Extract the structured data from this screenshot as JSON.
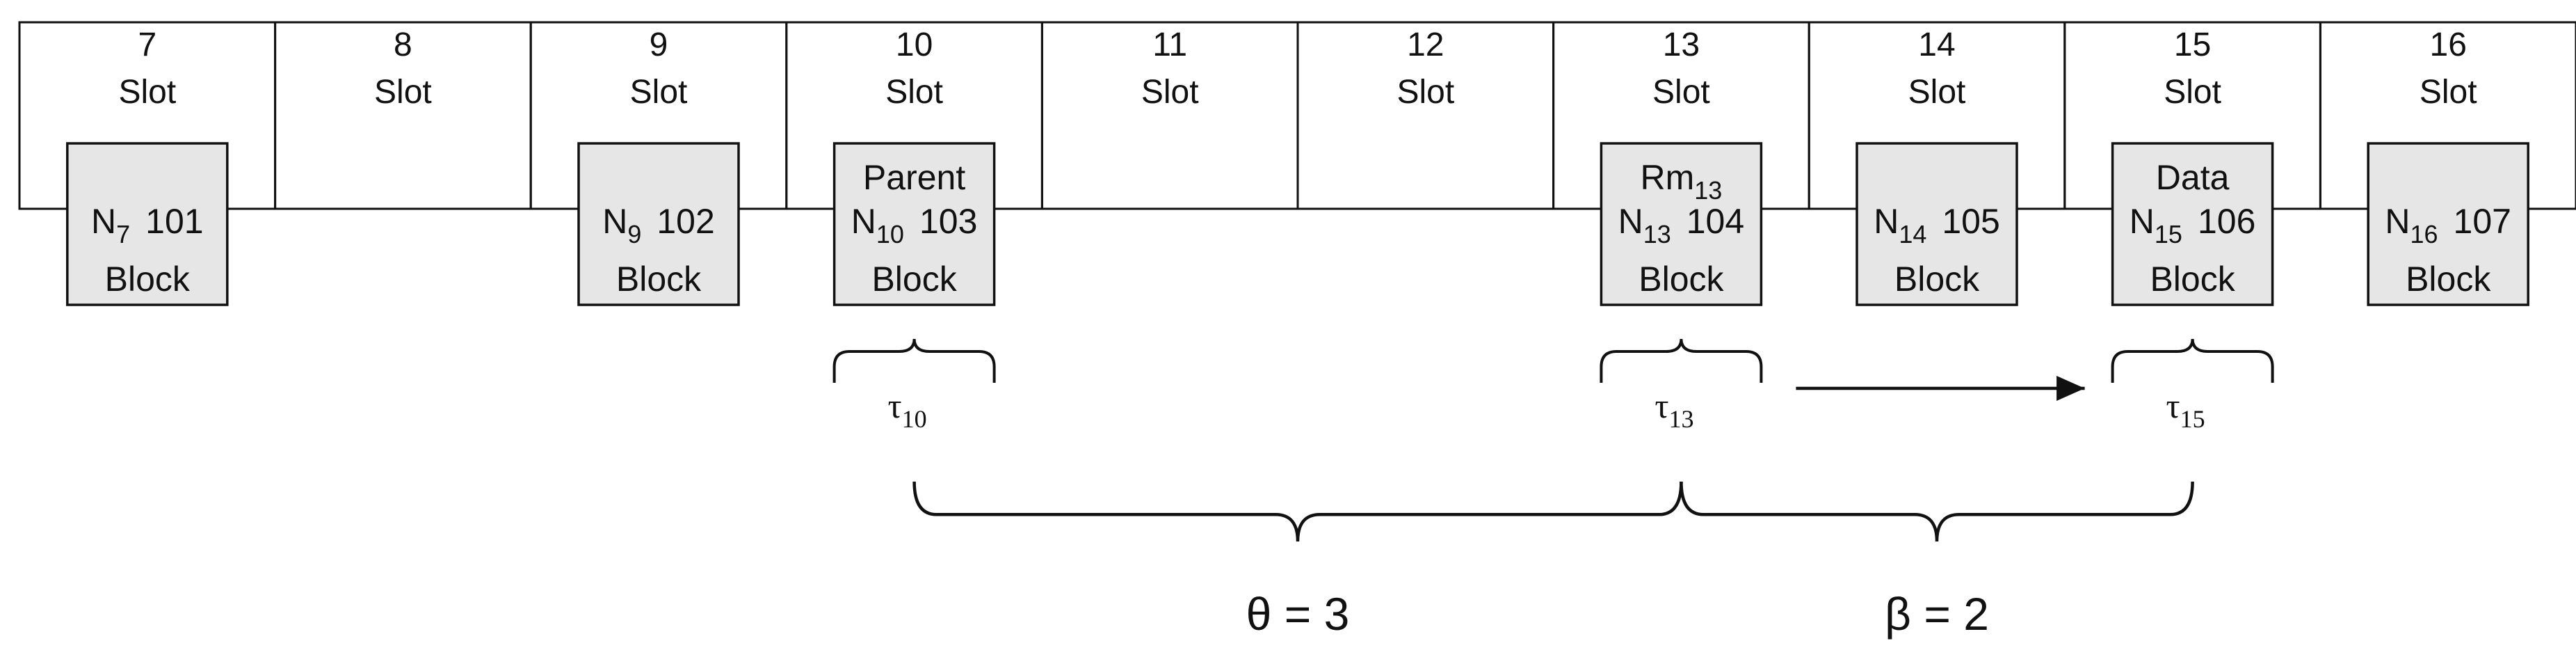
{
  "slots": [
    {
      "number": "7",
      "label": "Slot"
    },
    {
      "number": "8",
      "label": "Slot"
    },
    {
      "number": "9",
      "label": "Slot"
    },
    {
      "number": "10",
      "label": "Slot"
    },
    {
      "number": "11",
      "label": "Slot"
    },
    {
      "number": "12",
      "label": "Slot"
    },
    {
      "number": "13",
      "label": "Slot"
    },
    {
      "number": "14",
      "label": "Slot"
    },
    {
      "number": "15",
      "label": "Slot"
    },
    {
      "number": "16",
      "label": "Slot"
    }
  ],
  "blocks": [
    {
      "slot": "7",
      "top": "",
      "top_sub": "",
      "node": "N",
      "node_sub": "7",
      "height": "101",
      "bottom": "Block"
    },
    {
      "slot": "9",
      "top": "",
      "top_sub": "",
      "node": "N",
      "node_sub": "9",
      "height": "102",
      "bottom": "Block"
    },
    {
      "slot": "10",
      "top": "Parent",
      "top_sub": "",
      "node": "N",
      "node_sub": "10",
      "height": "103",
      "bottom": "Block"
    },
    {
      "slot": "13",
      "top": "Rm",
      "top_sub": "13",
      "node": "N",
      "node_sub": "13",
      "height": "104",
      "bottom": "Block"
    },
    {
      "slot": "14",
      "top": "",
      "top_sub": "",
      "node": "N",
      "node_sub": "14",
      "height": "105",
      "bottom": "Block"
    },
    {
      "slot": "15",
      "top": "Data",
      "top_sub": "",
      "node": "N",
      "node_sub": "15",
      "height": "106",
      "bottom": "Block"
    },
    {
      "slot": "16",
      "top": "",
      "top_sub": "",
      "node": "N",
      "node_sub": "16",
      "height": "107",
      "bottom": "Block"
    }
  ],
  "taus": [
    {
      "slot": "10",
      "symbol": "τ",
      "sub": "10"
    },
    {
      "slot": "13",
      "symbol": "τ",
      "sub": "13"
    },
    {
      "slot": "15",
      "symbol": "τ",
      "sub": "15"
    }
  ],
  "arrow": {
    "from": "13",
    "to": "15"
  },
  "spans": [
    {
      "from": "10",
      "to": "13",
      "label": "θ = 3"
    },
    {
      "from": "13",
      "to": "15",
      "label": "β = 2"
    }
  ],
  "colors": {
    "block_fill": "#e6e6e6",
    "stroke": "#111111",
    "background": "#ffffff"
  }
}
